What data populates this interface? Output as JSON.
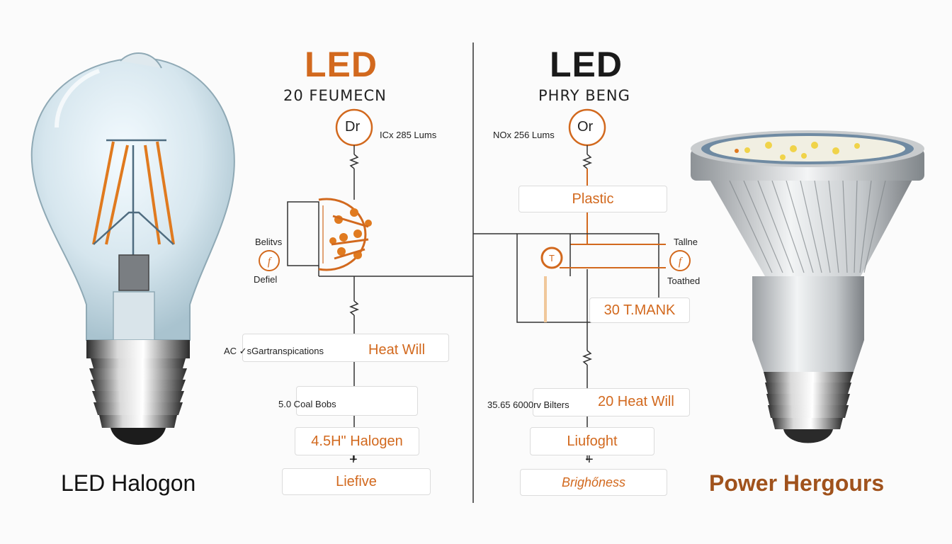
{
  "left_panel": {
    "title": "LED",
    "subtitle": "20 FEUMECN",
    "node_top_label": "Dr",
    "node_top_caption": "ICx 285 Lums",
    "side_label_top": "Belitvs",
    "side_label_bottom": "Defiel",
    "row1_prefix": "AC ✓sGartranspications",
    "row1_text": "Heat Will",
    "row2_text": "5.0  Coal Bobs",
    "row3_text": "4.5H\" Halogen",
    "plus": "+",
    "row4_text": "Liefive",
    "caption": "LED Halogon"
  },
  "right_panel": {
    "title": "LED",
    "subtitle": "PHRY BENG",
    "node_top_label": "Or",
    "node_top_caption": "NOx 256 Lums",
    "box1_text": "Plastic",
    "side_label_top": "Tallne",
    "side_label_bottom": "Toathed",
    "box2_text": "30 T.MANK",
    "row1_prefix": "35.65 6000rv Bilters",
    "row1_text": "20 Heat Will",
    "row2_text": "Liufoght",
    "plus": "+",
    "row3_text": "Brighőness",
    "caption": "Power Hergours"
  },
  "colors": {
    "accent": "#d2691e",
    "dark": "#222222",
    "caption_right": "#a0521c"
  }
}
